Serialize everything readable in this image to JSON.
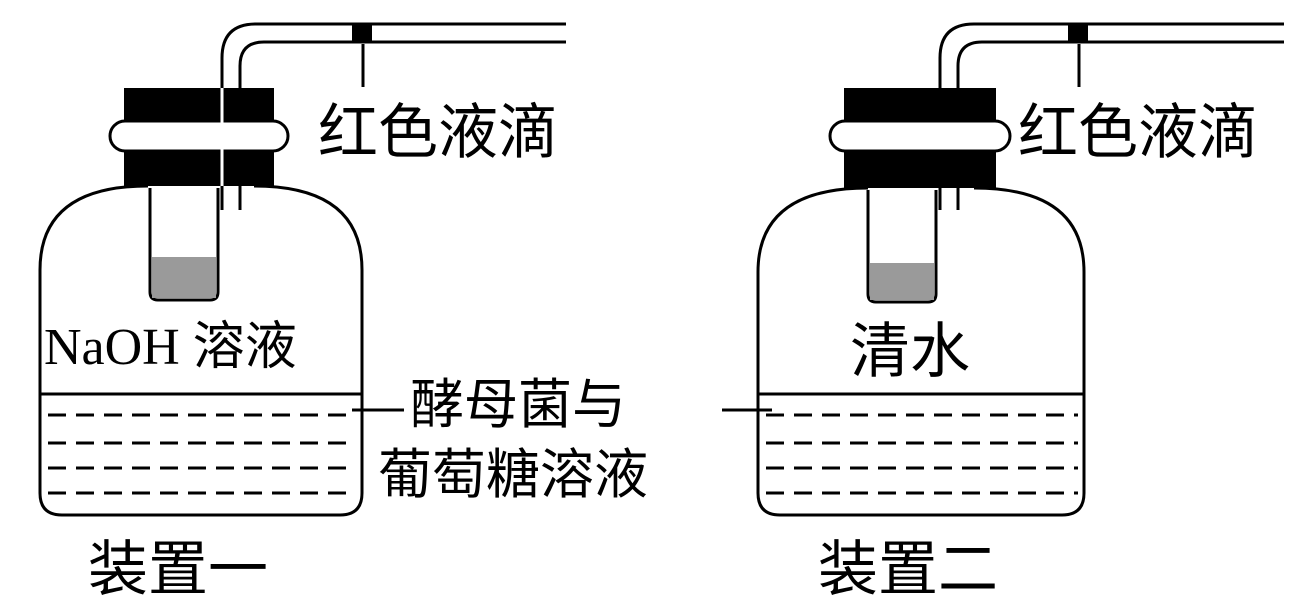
{
  "apparatus_1": {
    "droplet_label": "红色液滴",
    "solution_label": "NaOH 溶液",
    "caption": "装置一"
  },
  "apparatus_2": {
    "droplet_label": "红色液滴",
    "solution_label": "清水",
    "caption": "装置二"
  },
  "shared_label": {
    "line1": "酵母菌与",
    "line2": "葡萄糖溶液"
  },
  "colors": {
    "ink": "#000000",
    "inner_liquid": "#9a9a9a",
    "background": "#ffffff"
  }
}
